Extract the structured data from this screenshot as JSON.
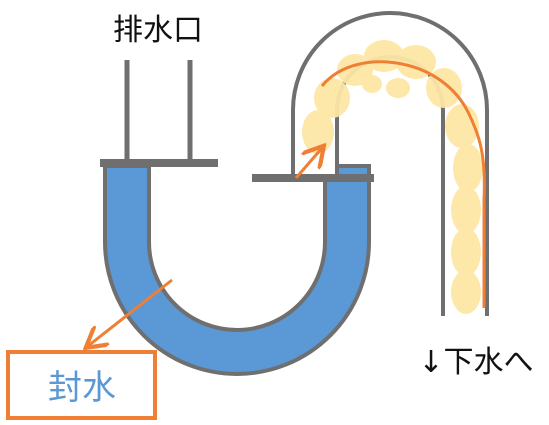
{
  "labels": {
    "drain_opening": "排水口",
    "to_sewer": "↓下水へ",
    "water_seal": "封水"
  },
  "colors": {
    "pipe_wall": "#6f6f6f",
    "pipe_interior": "#ffffff",
    "seal_water": "#5a98d6",
    "odor_cloud": "#fde7a6",
    "flow_arrow": "#ef7f35",
    "callout_frame": "#ef7f35",
    "callout_text": "#5a98d6",
    "label_text": "#111111"
  }
}
